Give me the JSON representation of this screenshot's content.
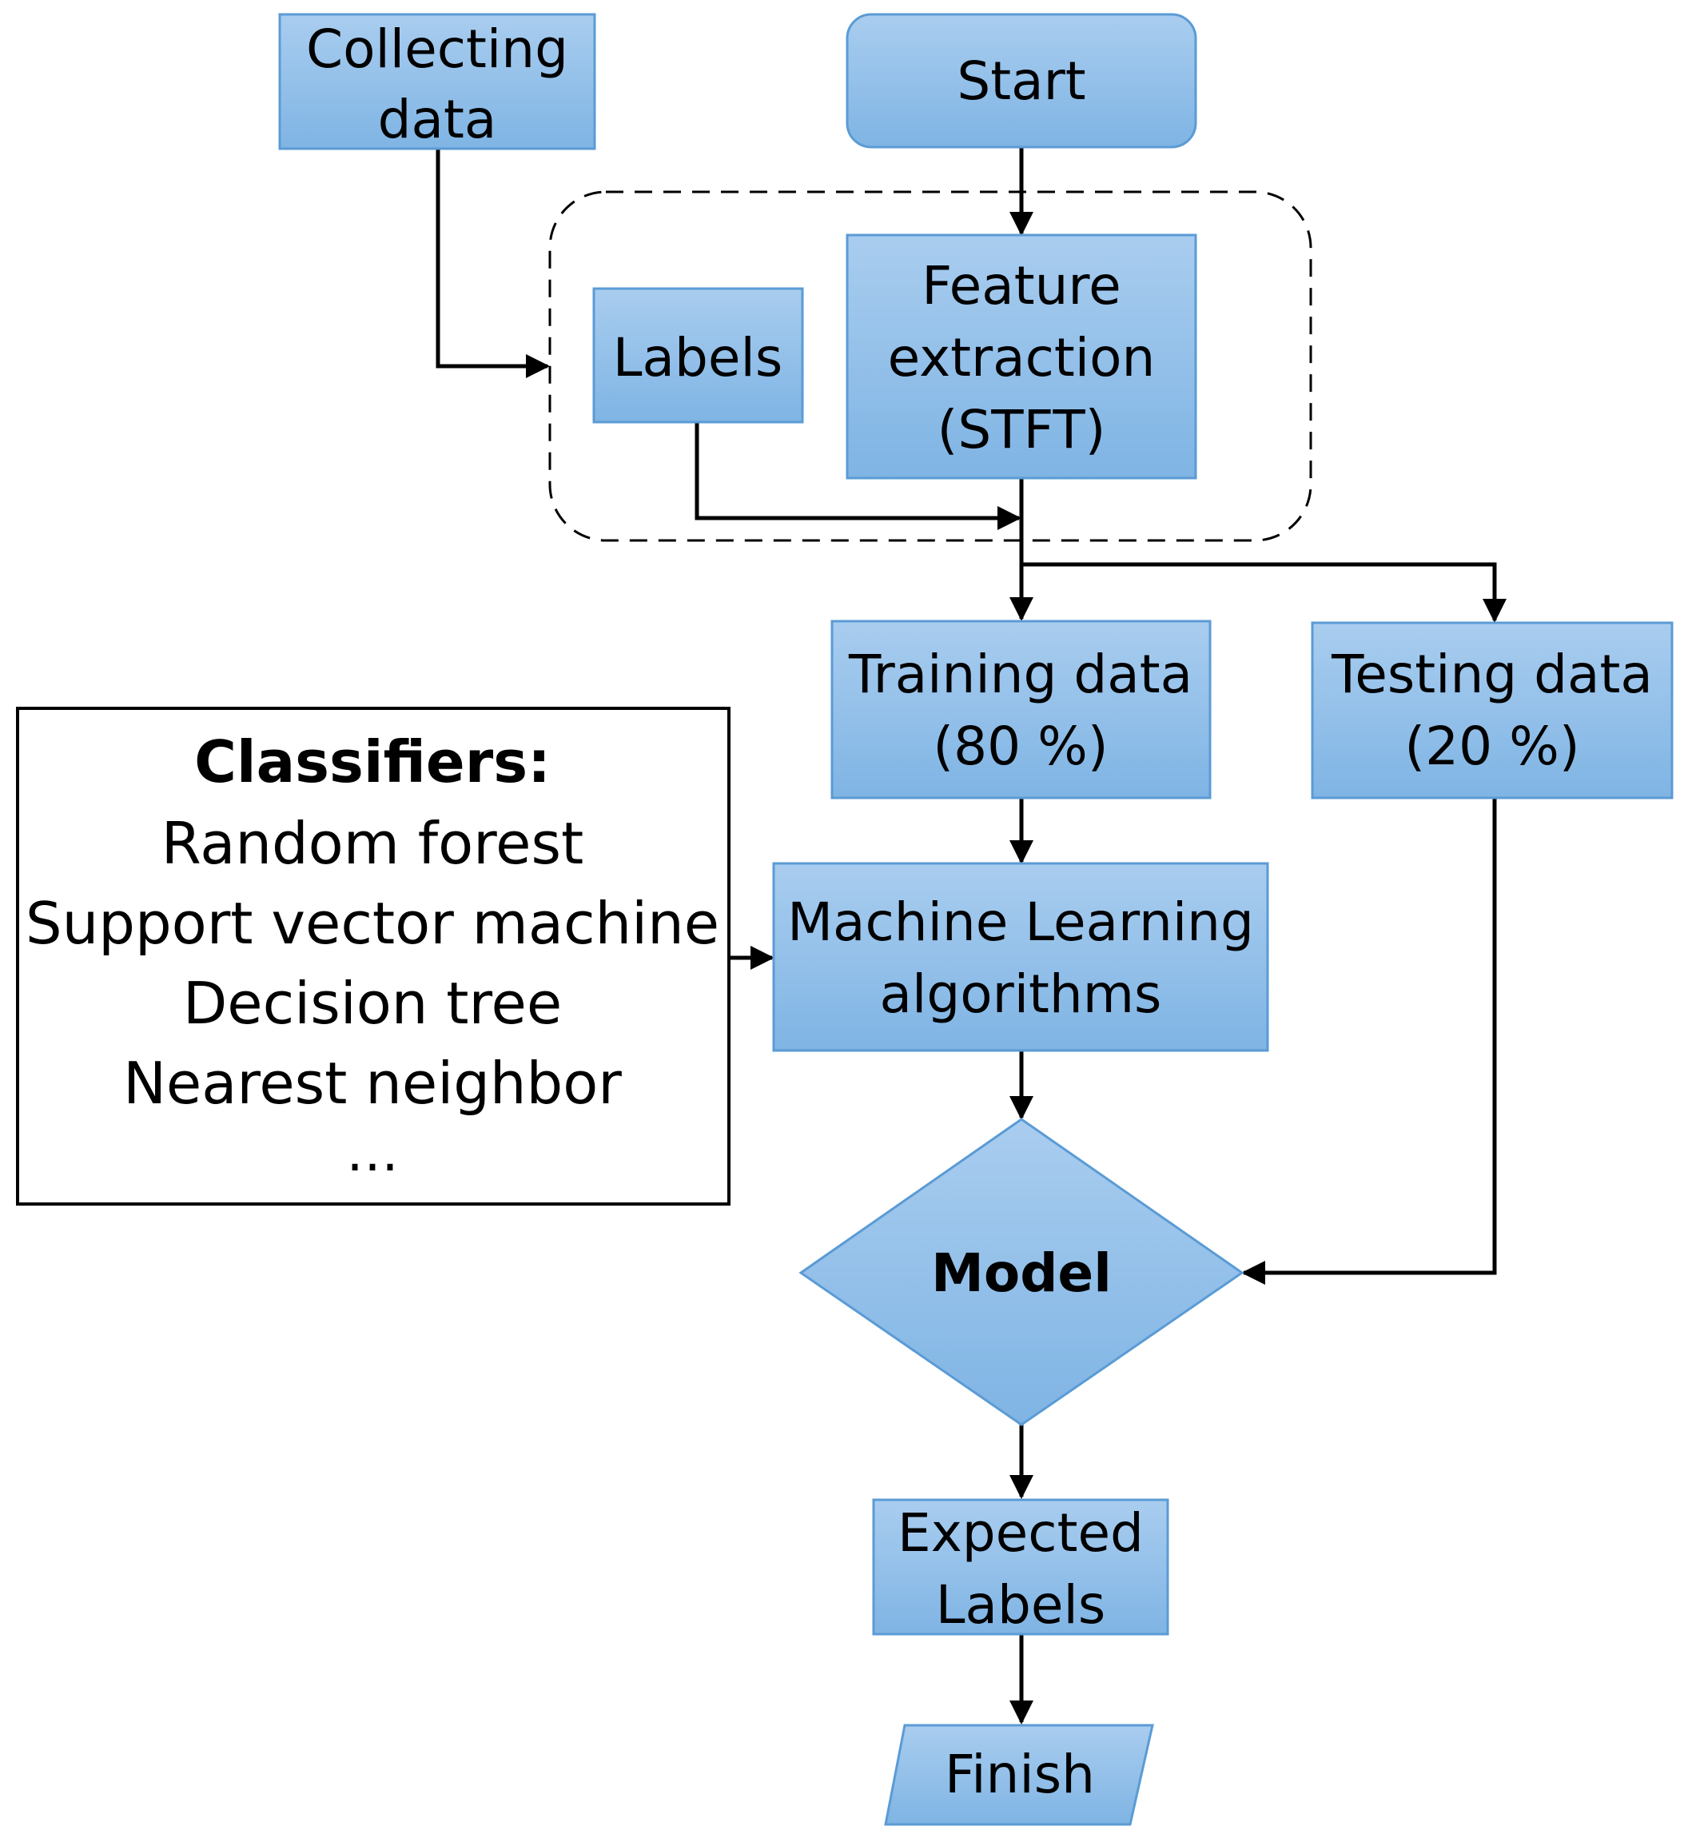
{
  "colors": {
    "box_fill_top": "#A9CDEF",
    "box_fill_bottom": "#7FB4E4",
    "box_stroke": "#5B9BD5",
    "line": "#000000"
  },
  "nodes": {
    "start": "Start",
    "collecting": [
      "Collecting",
      "data"
    ],
    "labels": "Labels",
    "feature": [
      "Feature",
      "extraction",
      "(STFT)"
    ],
    "training": [
      "Training data",
      "(80 %)"
    ],
    "testing": [
      "Testing data",
      "(20 %)"
    ],
    "ml": [
      "Machine Learning",
      "algorithms"
    ],
    "model": "Model",
    "expected": [
      "Expected",
      "Labels"
    ],
    "finish": "Finish"
  },
  "classifiers": {
    "title": "Classifiers:",
    "items": [
      "Random forest",
      "Support vector machine",
      "Decision tree",
      "Nearest neighbor",
      "…"
    ]
  }
}
